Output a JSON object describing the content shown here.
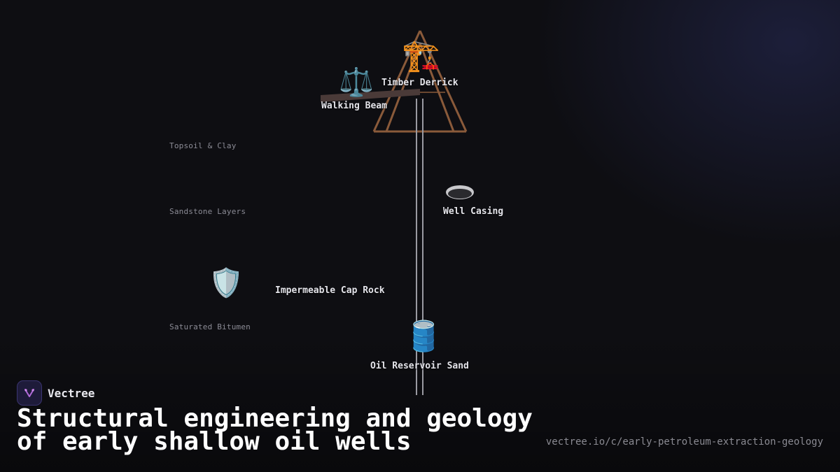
{
  "diagram": {
    "layers": {
      "topsoil": "Topsoil & Clay",
      "sandstone": "Sandstone Layers",
      "bitumen": "Saturated Bitumen"
    },
    "components": {
      "derrick": {
        "label": "Timber Derrick",
        "icon": "🏗️"
      },
      "beam": {
        "label": "Walking Beam",
        "icon": "⚖️"
      },
      "casing": {
        "label": "Well Casing"
      },
      "caprock": {
        "label": "Impermeable Cap Rock",
        "icon": "🛡️"
      },
      "reservoir": {
        "label": "Oil Reservoir Sand",
        "icon": "🛢️"
      }
    },
    "colors": {
      "derrick": "#8a5a3a",
      "beam": "#4a3a38",
      "pipe": "#9a9aa2"
    }
  },
  "brand": {
    "name": "Vectree",
    "logo_icon": "vectree-logo-icon"
  },
  "title": "Structural engineering and geology of early shallow oil wells",
  "url": "vectree.io/c/early-petroleum-extraction-geology"
}
